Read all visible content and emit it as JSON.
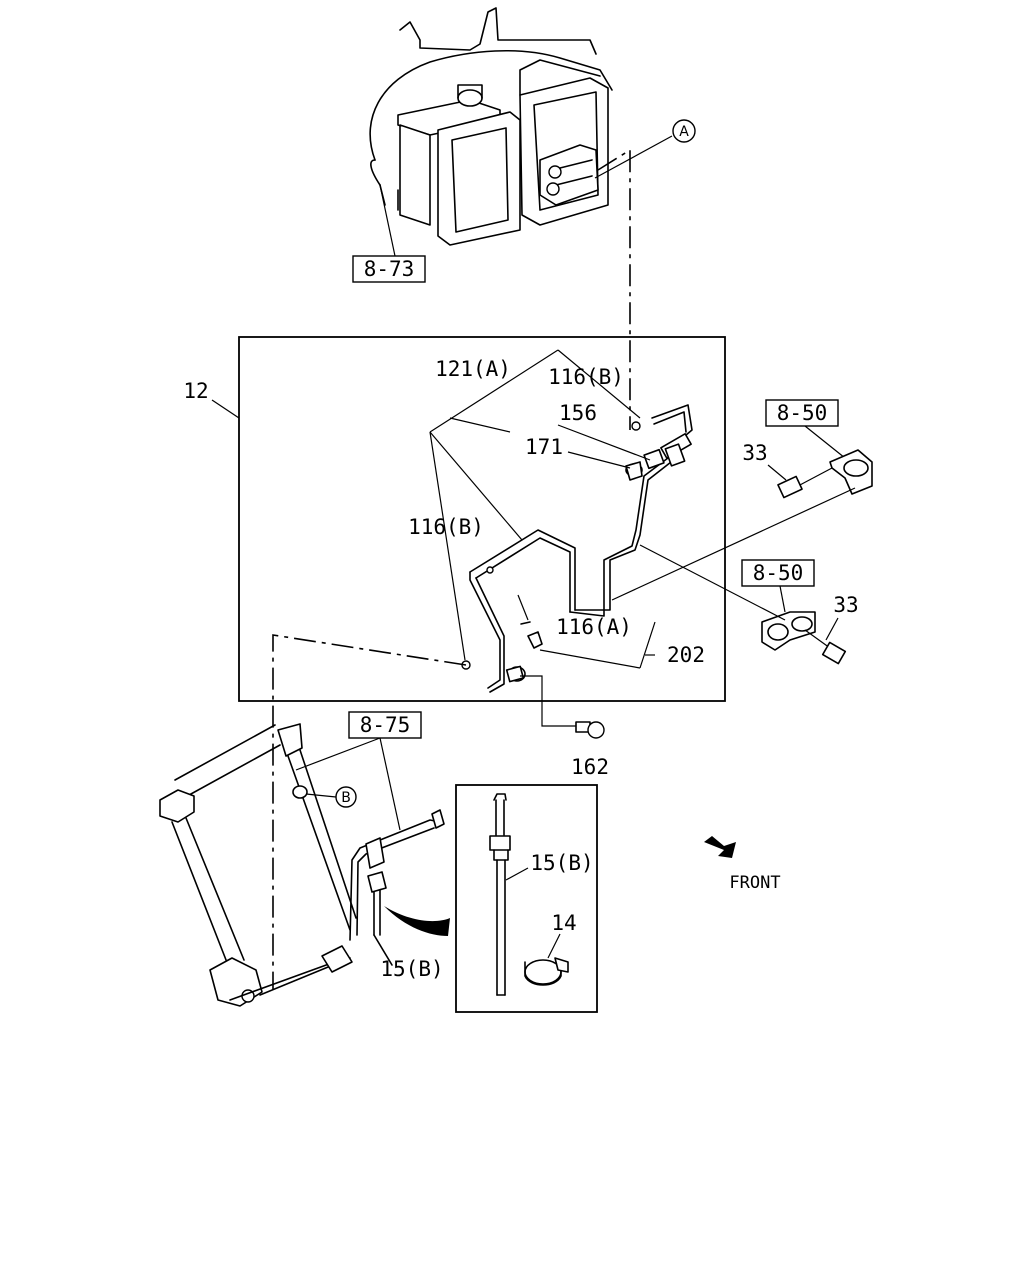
{
  "labels": {
    "ref_873": "8-73",
    "ref_850_top": "8-50",
    "ref_850_mid": "8-50",
    "ref_875": "8-75",
    "callout_a": "A",
    "callout_b": "B",
    "p12": "12",
    "p121a": "121(A)",
    "p116b_top": "116(B)",
    "p156": "156",
    "p171": "171",
    "p116b_left": "116(B)",
    "p116a": "116(A)",
    "p202": "202",
    "p162": "162",
    "p33_top": "33",
    "p33_mid": "33",
    "p15b_inset": "15(B)",
    "p15b_main": "15(B)",
    "p14": "14",
    "front": "FRONT"
  }
}
